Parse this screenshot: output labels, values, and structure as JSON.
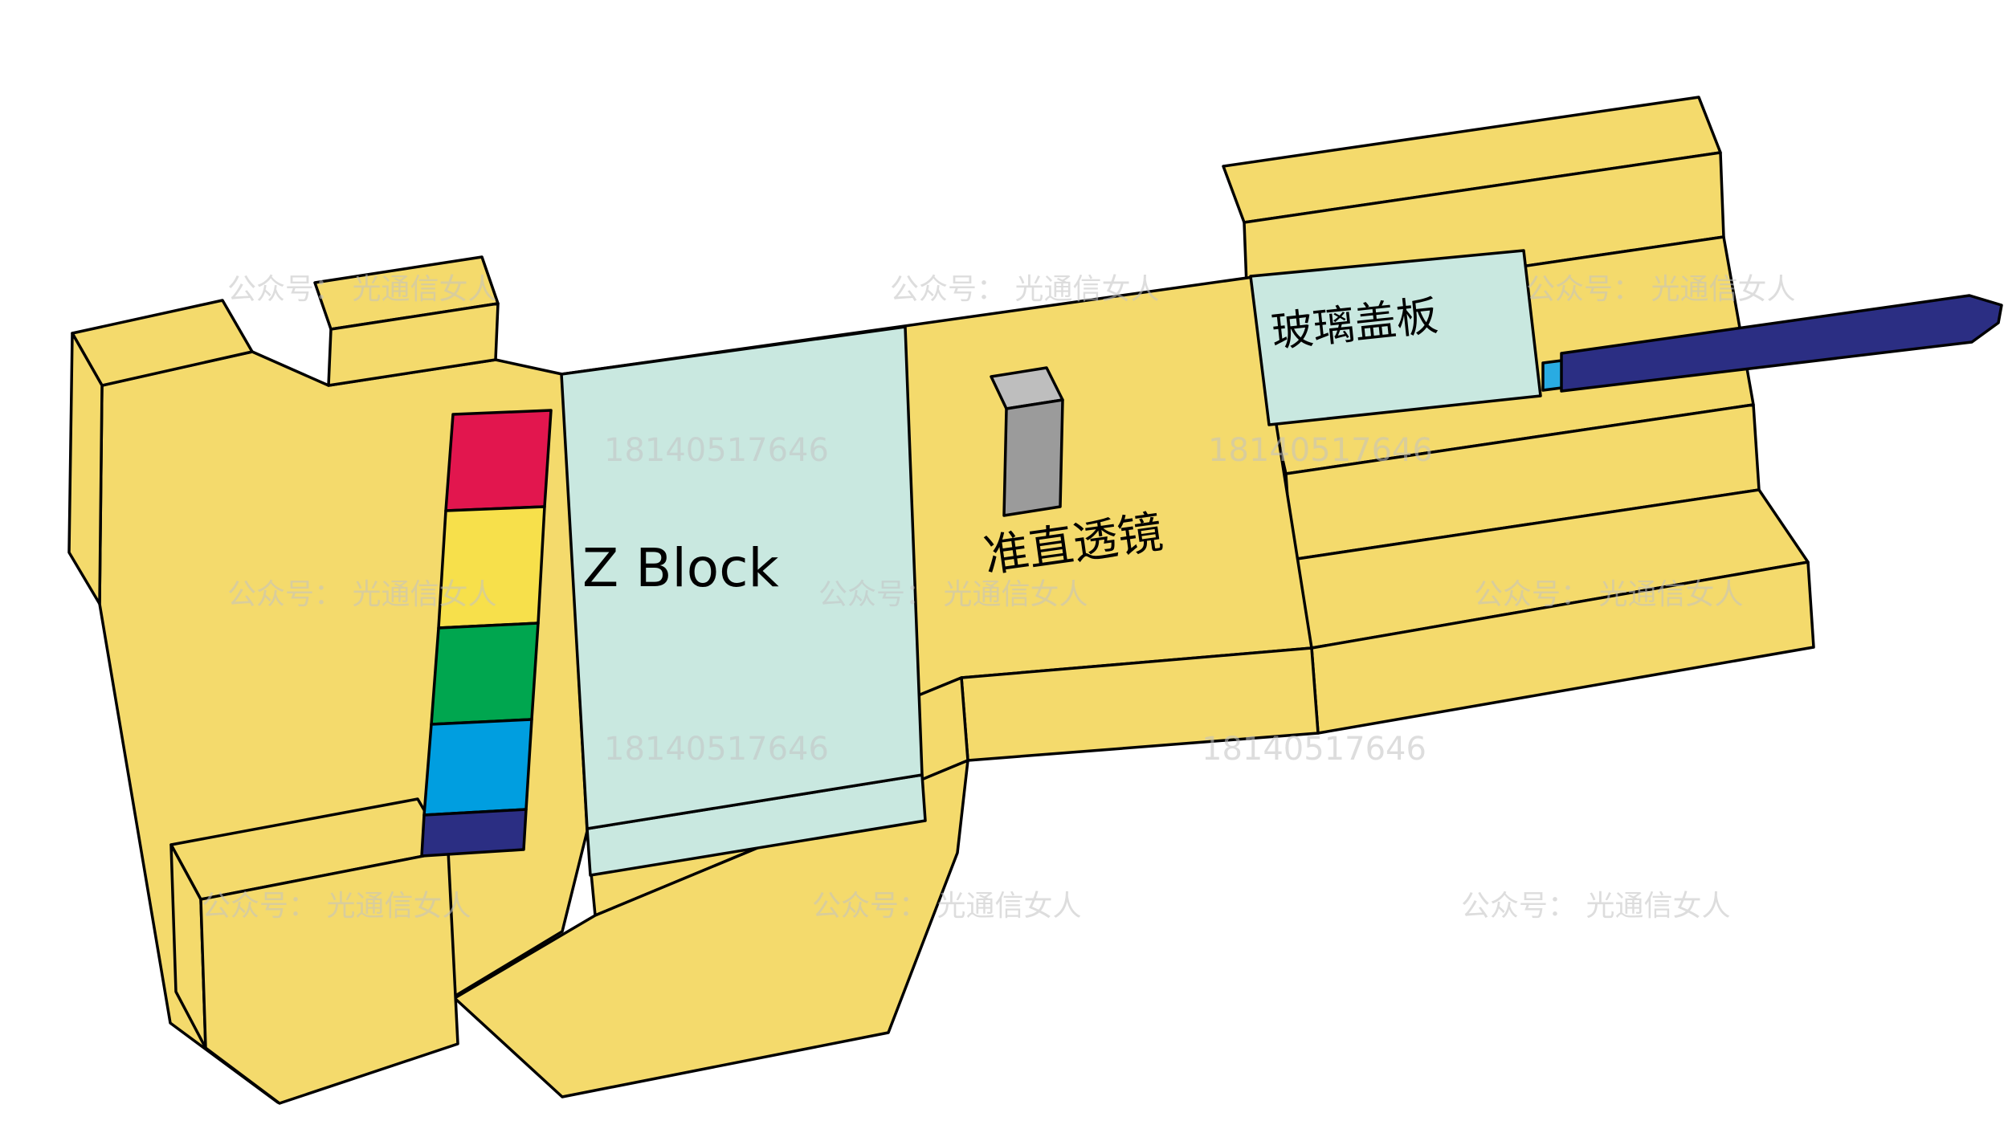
{
  "diagram": {
    "type": "optical-module-assembly-illustration",
    "labels": {
      "z_block": "Z Block",
      "collimating_lens": "准直透镜",
      "glass_cover": "玻璃盖板"
    },
    "watermarks": {
      "brand": "公众号： 光通信女人",
      "phone": "18140517646"
    },
    "colors": {
      "body_yellow": "#F4DA6C",
      "glass_cyan": "#C9E8E0",
      "channel_red": "#E2164E",
      "channel_yellow": "#F7E04B",
      "channel_green": "#00A64F",
      "channel_blue": "#009EE0",
      "fiber_navy": "#2B2E83",
      "connector_cyan": "#29ABE2",
      "lens_gray_top": "#BEBEBE",
      "lens_gray_front": "#9B9B9B",
      "outline_black": "#000000",
      "watermark_gray": "#C3C3C3",
      "background_white": "#FFFFFF"
    }
  }
}
